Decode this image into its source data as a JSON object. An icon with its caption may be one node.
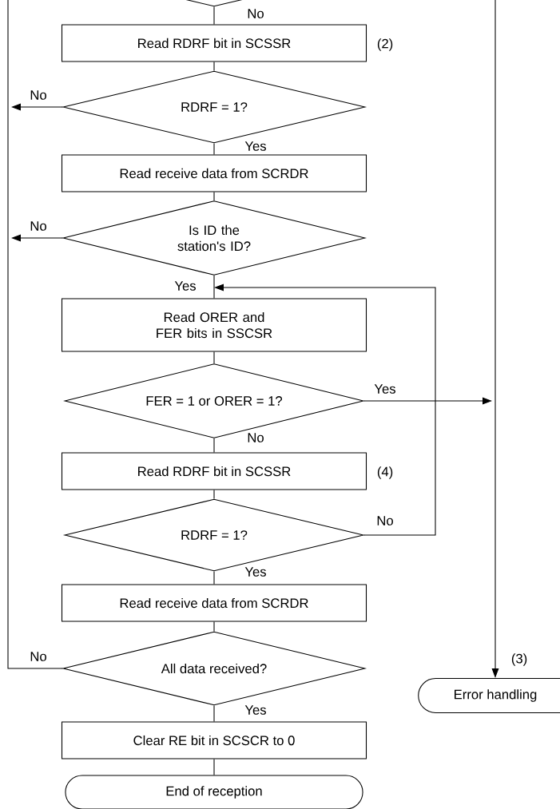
{
  "diagram": {
    "nodes": [
      {
        "text": [],
        "shape": "diamond"
      },
      {
        "text": [
          "Read RDRF bit in SCSSR"
        ],
        "beside": [
          "(2)"
        ]
      },
      {
        "text": [
          "RDRF = 1?"
        ]
      },
      {
        "text": [
          "Read receive data from SCRDR"
        ]
      },
      {
        "text": [
          "Is ID the station's ID?"
        ]
      },
      {
        "text": [
          "Read ORER and FER bits in SSCSR"
        ]
      },
      {
        "text": [
          "FER = 1 or ORER = 1?"
        ]
      },
      {
        "text": [
          "Read RDRF bit in SCSSR"
        ],
        "beside": [
          "(4)"
        ]
      },
      {
        "text": [
          "RDRF = 1?"
        ]
      },
      {
        "text": [
          "Read receive data from SCRDR"
        ]
      },
      {
        "text": [
          "All data received?"
        ]
      },
      {
        "text": [
          "Clear RE bit in SCSCR to 0"
        ]
      },
      {
        "text": [
          "End of reception"
        ]
      },
      {
        "text": [
          "Error handling"
        ],
        "beside": [
          "(3)"
        ]
      }
    ],
    "edges": [
      {
        "from": 0,
        "to": 1,
        "arrow": "none",
        "label": "No"
      },
      {
        "from": 1,
        "to": 2,
        "arrow": "none"
      },
      {
        "from": 2,
        "to": null,
        "arrow": "to",
        "label": "No"
      },
      {
        "from": 2,
        "to": 3,
        "arrow": "none",
        "label": "Yes"
      },
      {
        "from": 3,
        "to": 4,
        "arrow": "none"
      },
      {
        "from": 4,
        "to": null,
        "arrow": "to",
        "label": "No"
      },
      {
        "from": 4,
        "to": 5,
        "arrow": "none",
        "label": "Yes"
      },
      {
        "from": 5,
        "to": 6,
        "arrow": "none"
      },
      {
        "from": 6,
        "to": null,
        "arrow": "to",
        "label": "Yes"
      },
      {
        "from": 6,
        "to": 7,
        "arrow": "none",
        "label": "No"
      },
      {
        "from": 7,
        "to": 8,
        "arrow": "none"
      },
      {
        "from": 8,
        "to": 5,
        "arrow": "to",
        "label": "No"
      },
      {
        "from": 8,
        "to": 9,
        "arrow": "none",
        "label": "Yes"
      },
      {
        "from": 9,
        "to": 10,
        "arrow": "none"
      },
      {
        "from": 10,
        "to": null,
        "arrow": "none",
        "label": "No"
      },
      {
        "from": 10,
        "to": 11,
        "arrow": "none",
        "label": "Yes"
      },
      {
        "from": 11,
        "to": 12,
        "arrow": "none"
      },
      {
        "from": null,
        "to": 13,
        "arrow": "to"
      }
    ]
  }
}
